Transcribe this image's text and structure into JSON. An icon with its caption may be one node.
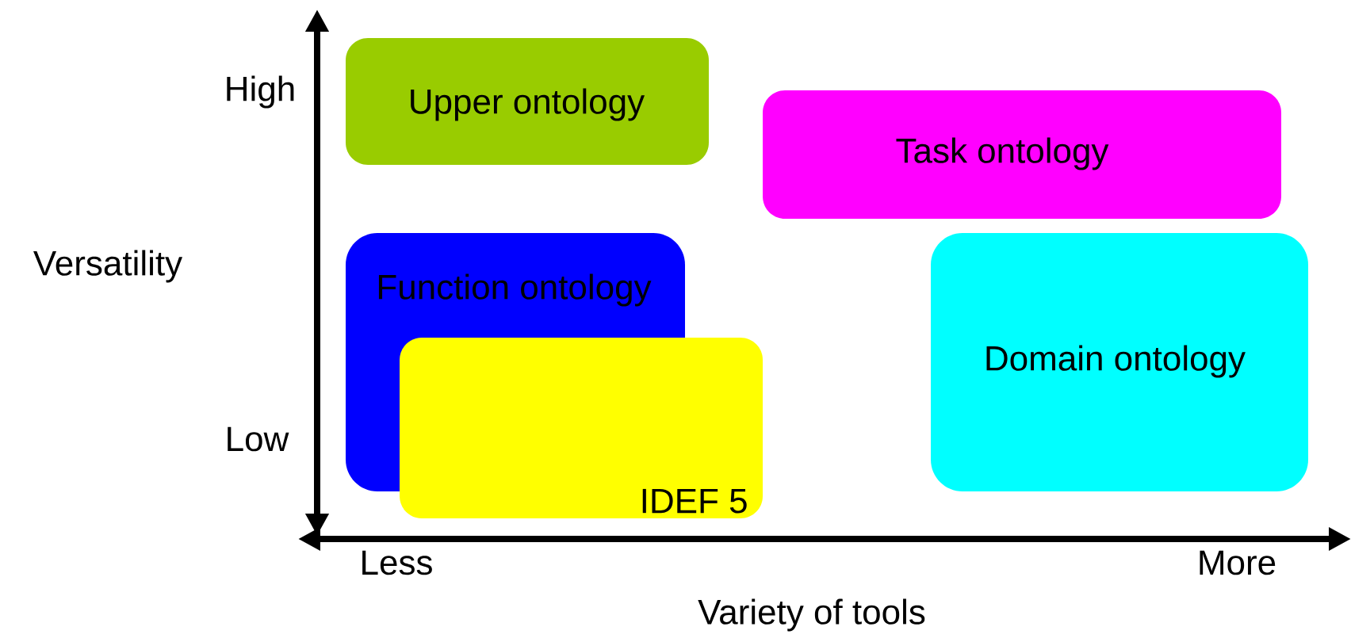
{
  "diagram": {
    "nodes": [
      {
        "text": [
          "Upper ontology"
        ]
      },
      {
        "text": [
          "Task ontology"
        ]
      },
      {
        "text": [
          "Function ontology"
        ]
      },
      {
        "text": [
          "IDEF 5"
        ]
      },
      {
        "text": [
          "Domain ontology"
        ]
      }
    ],
    "labels": [
      "High",
      "Versatility",
      "Low",
      "Less",
      "More",
      "Variety of tools"
    ]
  }
}
